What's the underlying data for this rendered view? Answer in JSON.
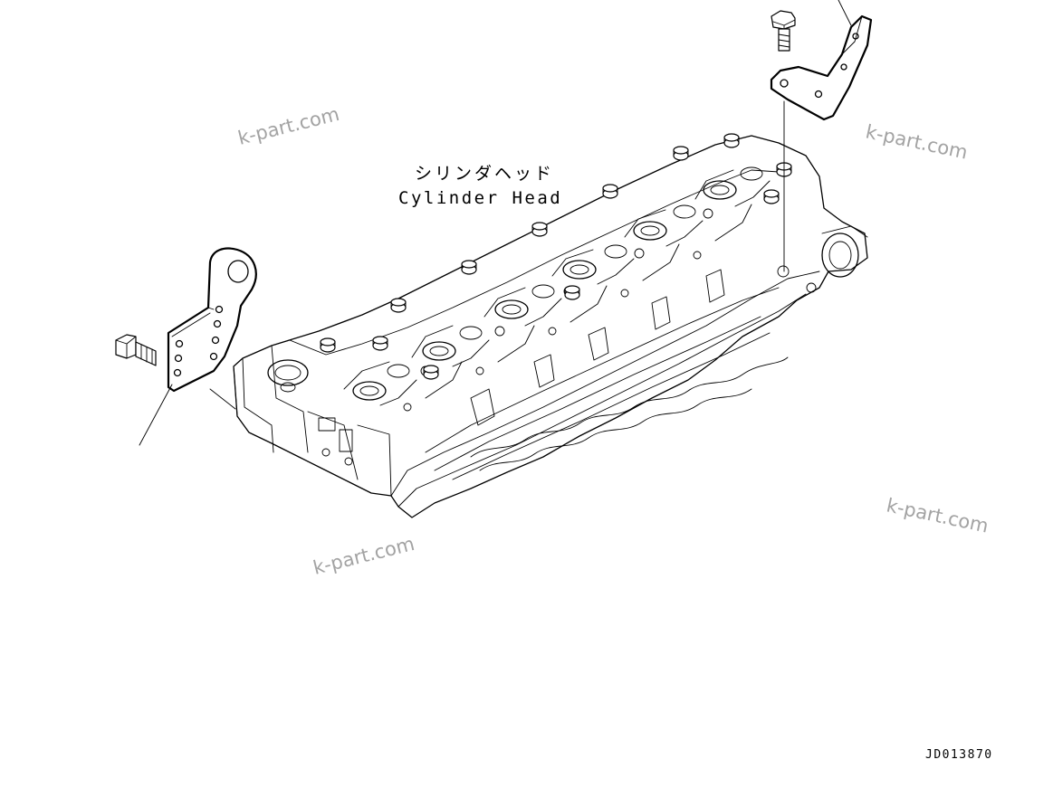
{
  "diagram": {
    "label_jp": "シリンダヘッド",
    "label_en": "Cylinder Head",
    "reference_code": "JD013870",
    "watermark_text": "k-part.com",
    "line_color": "#000000",
    "watermark_color": "#a3a3a3",
    "background_color": "#ffffff"
  }
}
